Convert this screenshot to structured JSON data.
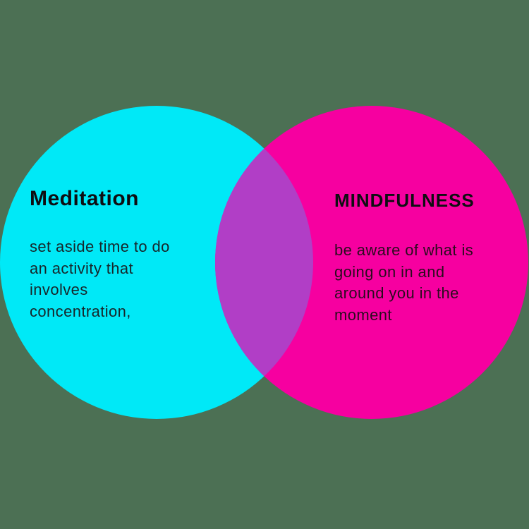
{
  "canvas": {
    "background": "#4C7054"
  },
  "diagram": {
    "type": "venn",
    "left_circle": {
      "label": "Meditation",
      "color": "#00E9F7",
      "description_lines": [
        "set aside time to do",
        "an activity that",
        "involves",
        "concentration,"
      ]
    },
    "right_circle": {
      "label": "MINDFULNESS",
      "color": "#F600A0",
      "description_lines": [
        "be aware of what is",
        "going on in and",
        "around you in the",
        "moment"
      ]
    },
    "overlap": {
      "color": "#B13EC6"
    },
    "text_color": "#141414"
  }
}
